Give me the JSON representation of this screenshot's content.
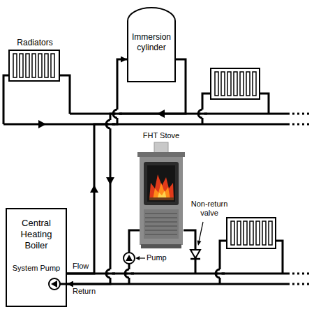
{
  "diagram": {
    "nodes": [
      {
        "text": [
          "Immersion cylinder"
        ]
      },
      {
        "text": [
          "Central Heating Boiler",
          "System Pump"
        ]
      }
    ],
    "edges": [
      {
        "from": 1,
        "to": 0,
        "arrow": "to"
      },
      {
        "from": 0,
        "to": 1,
        "arrow": "to"
      }
    ],
    "labels": [
      "Radiators",
      "FHT Stove",
      "Non-return valve",
      "Pump",
      "Flow",
      "Return"
    ]
  }
}
